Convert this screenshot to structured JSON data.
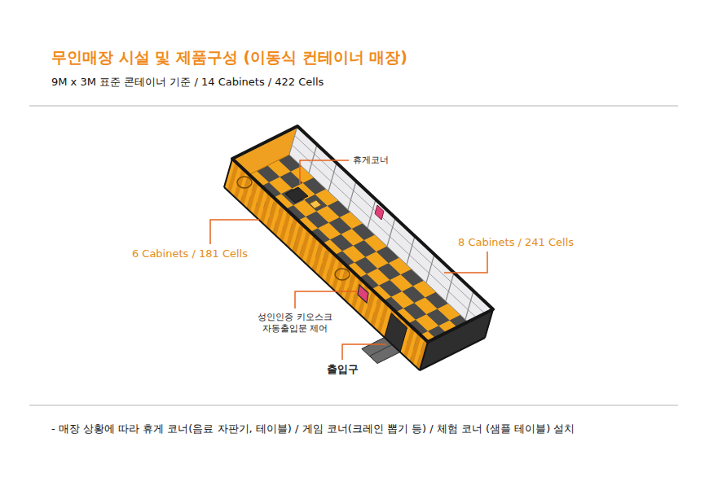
{
  "diagram": {
    "title": "무인매장 시설 및 제품구성 (이동식 컨테이너 매장)",
    "caption": "- 매장 상황에 따라 휴게 코너(음료 자판기, 테이블) / 게임 코너(크레인 뽑기 등) / 체험 코너 (샘플 테이블) 설치",
    "labels": [
      "9M x 3M 표준 콘테이너 기준 / 14 Cabinets / 422 Cells",
      "휴게코너",
      "6 Cabinets / 181 Cells",
      "8 Cabinets / 241 Cells",
      "성인인증 키오스크 자동출입문 제어",
      "출입구"
    ]
  }
}
